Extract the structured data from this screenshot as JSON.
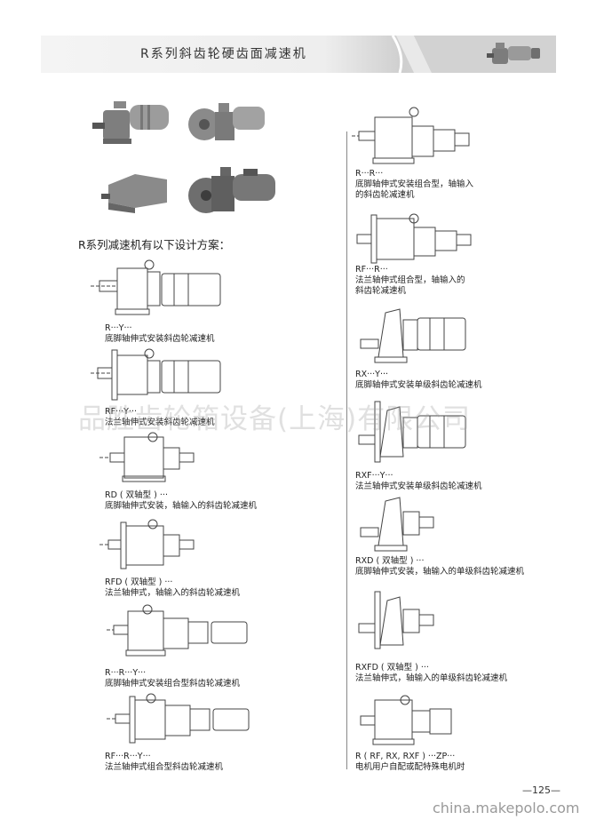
{
  "header": {
    "title": "R系列斜齿轮硬齿面减速机",
    "color_band_light": "#f3f3f3",
    "color_band_dark": "#c8c8c8"
  },
  "section_heading": "R系列减速机有以下设计方案：",
  "watermark": "品胜齿轮箱设备(上海)有限公司",
  "left_column": [
    {
      "code": "R···Y···",
      "desc": "底脚轴伸式安装斜齿轮减速机"
    },
    {
      "code": "RF···Y···",
      "desc": "法兰轴伸式安装斜齿轮减速机"
    },
    {
      "code": "RD ( 双轴型 ) ···",
      "desc": "底脚轴伸式安装，轴输入的斜齿轮减速机"
    },
    {
      "code": "RFD ( 双轴型 ) ···",
      "desc": "法兰轴伸式，轴输入的斜齿轮减速机"
    },
    {
      "code": "R···R···Y···",
      "desc": "底脚轴伸式安装组合型斜齿轮减速机"
    },
    {
      "code": "RF···R···Y···",
      "desc": "法兰轴伸式组合型斜齿轮减速机"
    }
  ],
  "right_column": [
    {
      "code": "R···R···",
      "desc1": "底脚轴伸式安装组合型，轴输入",
      "desc2": "的斜齿轮减速机"
    },
    {
      "code": "RF···R···",
      "desc1": "法兰轴伸式组合型，轴输入的",
      "desc2": "斜齿轮减速机"
    },
    {
      "code": "RX···Y···",
      "desc1": "底脚轴伸式安装单级斜齿轮减速机",
      "desc2": ""
    },
    {
      "code": "RXF···Y···",
      "desc1": "法兰轴伸式安装单级斜齿轮减速机",
      "desc2": ""
    },
    {
      "code": "RXD ( 双轴型 ) ···",
      "desc1": "底脚轴伸式安装，轴输入的单级斜齿轮减速机",
      "desc2": ""
    },
    {
      "code": "RXFD ( 双轴型 ) ···",
      "desc1": "法兰轴伸式，轴输入的单级斜齿轮减速机",
      "desc2": ""
    },
    {
      "code": "R ( RF, RX, RXF ) ···ZP···",
      "desc1": "电机用户自配或配特殊电机时",
      "desc2": ""
    }
  ],
  "page_number": "—125—",
  "site_mark": "china.makepolo.com"
}
